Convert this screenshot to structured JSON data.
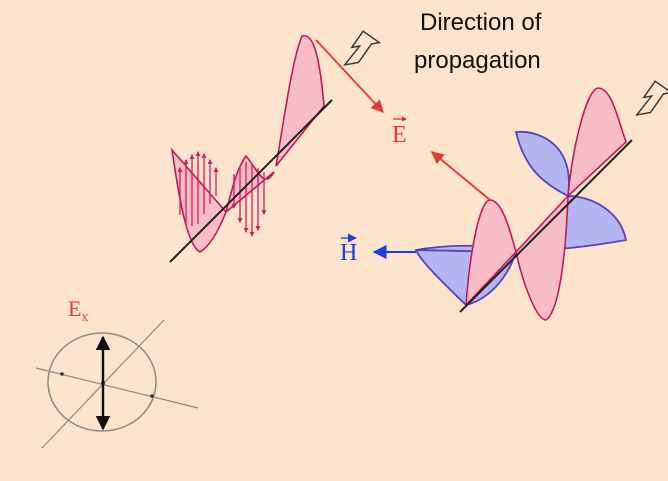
{
  "title_line1": "Direction of",
  "title_line2": "propagation",
  "labels": {
    "E_vector": "E",
    "H_vector": "H",
    "Ex": "E",
    "Ex_subscript": "x"
  },
  "colors": {
    "background": "#FCE4CC",
    "e_field_fill": "#F6BDC6",
    "e_field_stroke": "#C2185B",
    "h_field_fill": "#B4B6F2",
    "h_field_stroke": "#5A3FC0",
    "e_arrow": "#E53935",
    "h_arrow": "#1E3CE0",
    "axis": "#222222",
    "polarization_gray": "#8A8A8A"
  },
  "icons": [
    "propagation-arrow-icon",
    "propagation-arrow-icon-right"
  ]
}
